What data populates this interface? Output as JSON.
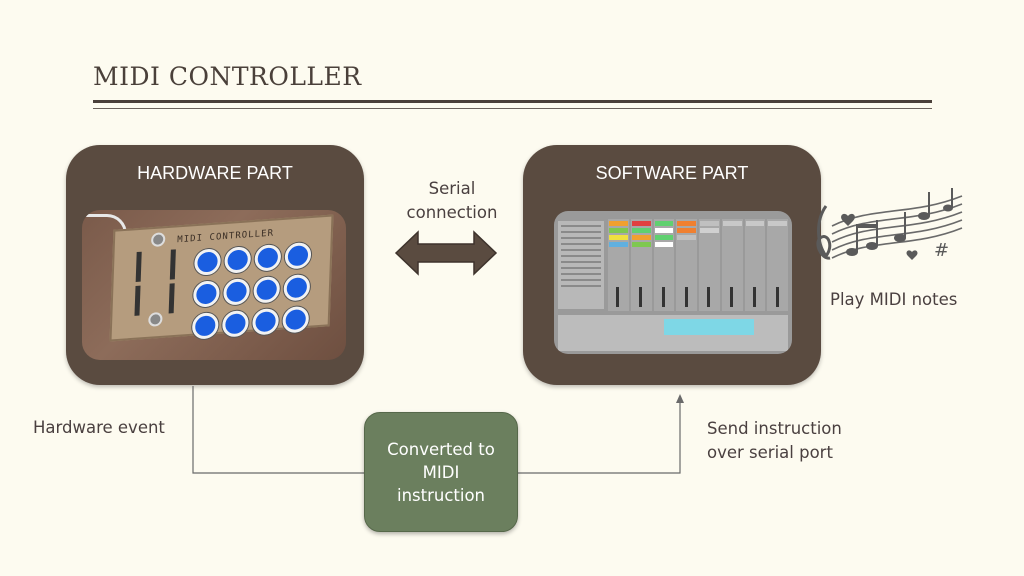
{
  "title": "MIDI CONTROLLER",
  "hardware": {
    "heading": "HARDWARE PART",
    "photo_label": "MIDI CONTROLLER"
  },
  "software": {
    "heading": "SOFTWARE PART"
  },
  "serial_label": "Serial connection",
  "play_label": "Play MIDI notes",
  "hardware_event_label": "Hardware event",
  "send_label": "Send instruction over serial port",
  "convert_label": "Converted to MIDI instruction",
  "colors": {
    "background": "#fdfbf0",
    "panel": "#5a4b40",
    "convert_box": "#6b7f5e",
    "text": "#4a4040",
    "pad_blue": "#1a5ee0"
  },
  "icons": [
    "double-arrow-icon",
    "music-notes-icon"
  ]
}
